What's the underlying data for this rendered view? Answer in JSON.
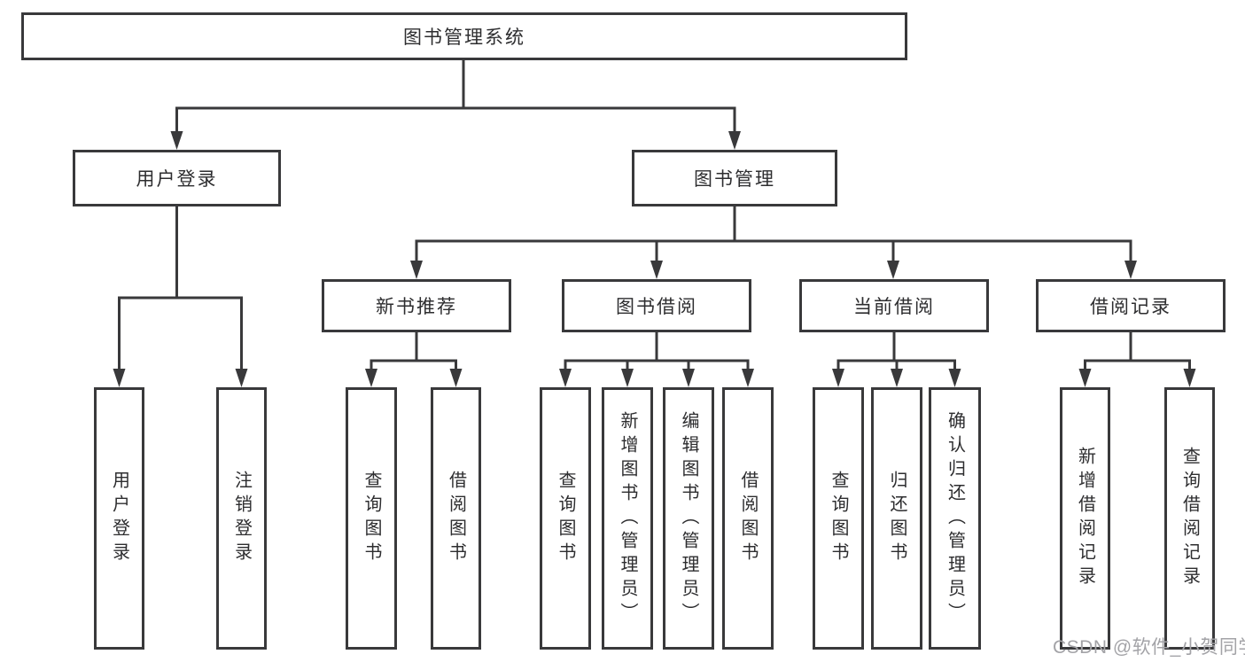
{
  "colors": {
    "line": "#39393b",
    "text": "#2d2d2f",
    "box_background": "#ffffff",
    "watermark": "#a3a3a7"
  },
  "tree": {
    "root": {
      "label": "图书管理系统"
    },
    "level2": [
      {
        "label": "用户登录"
      },
      {
        "label": "图书管理"
      }
    ],
    "level3": [
      {
        "label": "新书推荐"
      },
      {
        "label": "图书借阅"
      },
      {
        "label": "当前借阅"
      },
      {
        "label": "借阅记录"
      }
    ],
    "leaves": {
      "user_login": [
        {
          "label": "用户登录"
        },
        {
          "label": "注销登录"
        }
      ],
      "new_book_recommend": [
        {
          "label": "查询图书"
        },
        {
          "label": "借阅图书"
        }
      ],
      "book_borrow": [
        {
          "label": "查询图书"
        },
        {
          "label": "新增图书（管理员）"
        },
        {
          "label": "编辑图书（管理员）"
        },
        {
          "label": "借阅图书"
        }
      ],
      "current_borrow": [
        {
          "label": "查询图书"
        },
        {
          "label": "归还图书"
        },
        {
          "label": "确认归还（管理员）"
        }
      ],
      "borrow_records": [
        {
          "label": "新增借阅记录"
        },
        {
          "label": "查询借阅记录"
        }
      ]
    }
  },
  "watermark": {
    "text": "CSDN @软件_小贺同学"
  }
}
